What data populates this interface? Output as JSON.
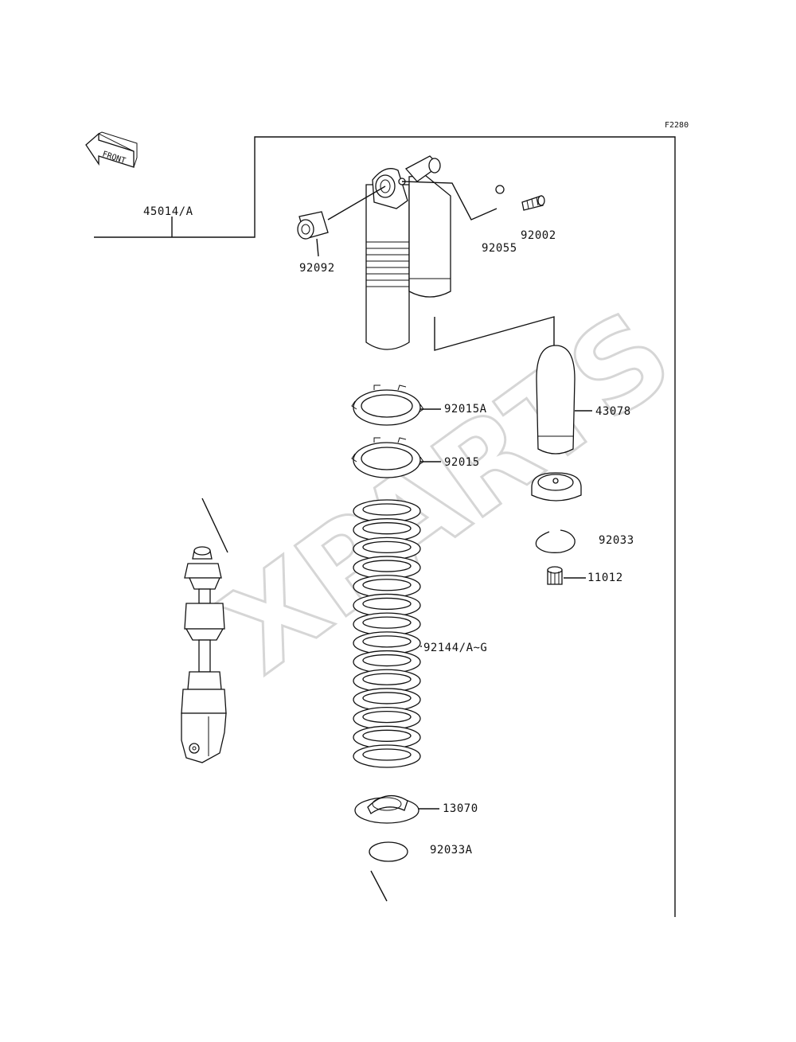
{
  "diagram": {
    "code": "F2280",
    "watermark": "XPARTS",
    "front_label": "FRONT",
    "labels": {
      "assembly": "45014/A",
      "bushing": "92092",
      "oring": "92055",
      "valve": "92002",
      "nut_a": "92015A",
      "nut": "92015",
      "reservoir_cap": "43078",
      "circlip_upper": "92033",
      "valve_core": "11012",
      "spring": "92144/A~G",
      "spring_guide": "13070",
      "circlip_lower": "92033A"
    }
  }
}
